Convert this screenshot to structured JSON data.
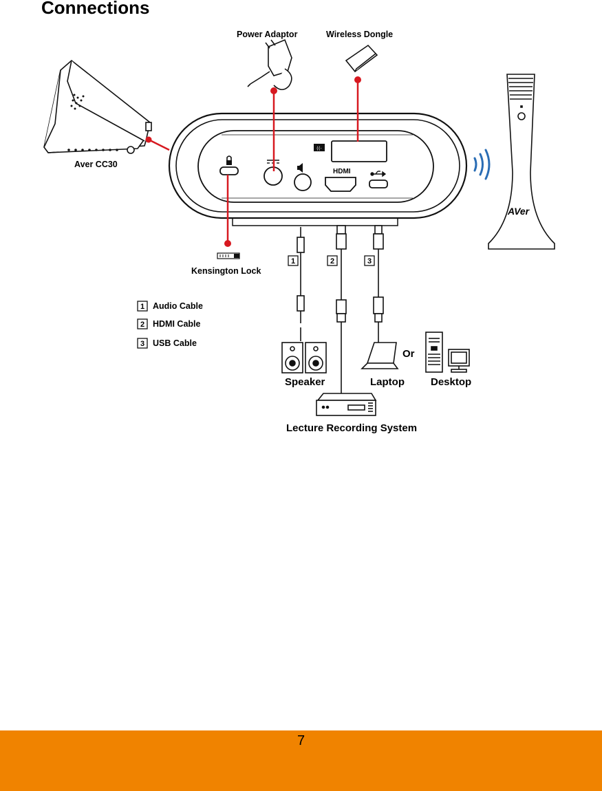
{
  "page": {
    "title": "Connections",
    "page_number": "7"
  },
  "diagram": {
    "camera_label": "Aver CC30",
    "power_adaptor_label": "Power Adaptor",
    "wireless_dongle_label": "Wireless Dongle",
    "kensington_lock_label": "Kensington Lock",
    "hdmi_port_label": "HDMI",
    "speaker_label": "Speaker",
    "laptop_label": "Laptop",
    "or_label": "Or",
    "desktop_label": "Desktop",
    "lecture_system_label": "Lecture Recording System",
    "brand_logo": "AVer",
    "cable_numbers": [
      "1",
      "2",
      "3"
    ],
    "legend": [
      {
        "number": "1",
        "label": "Audio Cable"
      },
      {
        "number": "2",
        "label": "HDMI Cable"
      },
      {
        "number": "3",
        "label": "USB Cable"
      }
    ],
    "accent_color": "#d71920",
    "footer_color": "#f08300",
    "icons": [
      "lock-icon",
      "dc-power-icon",
      "speaker-icon",
      "usb-icon",
      "wireless-icon"
    ]
  }
}
